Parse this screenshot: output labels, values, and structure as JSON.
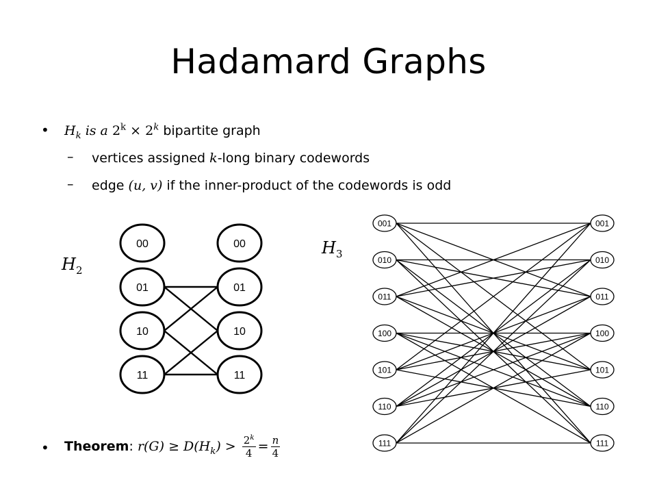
{
  "title": "Hadamard Graphs",
  "bullets": {
    "b1": {
      "math_lead": "H",
      "math_sub": "k",
      "math_isa": "is a",
      "math_base1": "2",
      "math_exp1": "k",
      "math_times": "×",
      "math_base2": "2",
      "math_exp2": "k",
      "text": "bipartite graph"
    },
    "sub1": {
      "pre": "vertices assigned ",
      "math": "k",
      "post": "-long binary codewords"
    },
    "sub2": {
      "pre": "edge ",
      "math": "(u, v)",
      "post": " if the inner-product of the codewords is odd"
    },
    "theorem": {
      "label": "Theorem",
      "colon": ":",
      "lhs": "r(G) ≥ D(H",
      "lhs_sub": "k",
      "mid": ") >",
      "frac1_num_base": "2",
      "frac1_num_exp": "k",
      "frac1_den": "4",
      "eq": "=",
      "frac2_num": "n",
      "frac2_den": "4"
    }
  },
  "h2": {
    "label_base": "H",
    "label_sub": "2",
    "left_nodes": [
      "00",
      "01",
      "10",
      "11"
    ],
    "right_nodes": [
      "00",
      "01",
      "10",
      "11"
    ],
    "edges": [
      [
        1,
        1
      ],
      [
        1,
        2
      ],
      [
        2,
        1
      ],
      [
        2,
        3
      ],
      [
        3,
        2
      ],
      [
        3,
        3
      ]
    ]
  },
  "h3": {
    "label_base": "H",
    "label_sub": "3",
    "left_nodes": [
      "001",
      "010",
      "011",
      "100",
      "101",
      "110",
      "111"
    ],
    "right_nodes": [
      "001",
      "010",
      "011",
      "100",
      "101",
      "110",
      "111"
    ]
  }
}
